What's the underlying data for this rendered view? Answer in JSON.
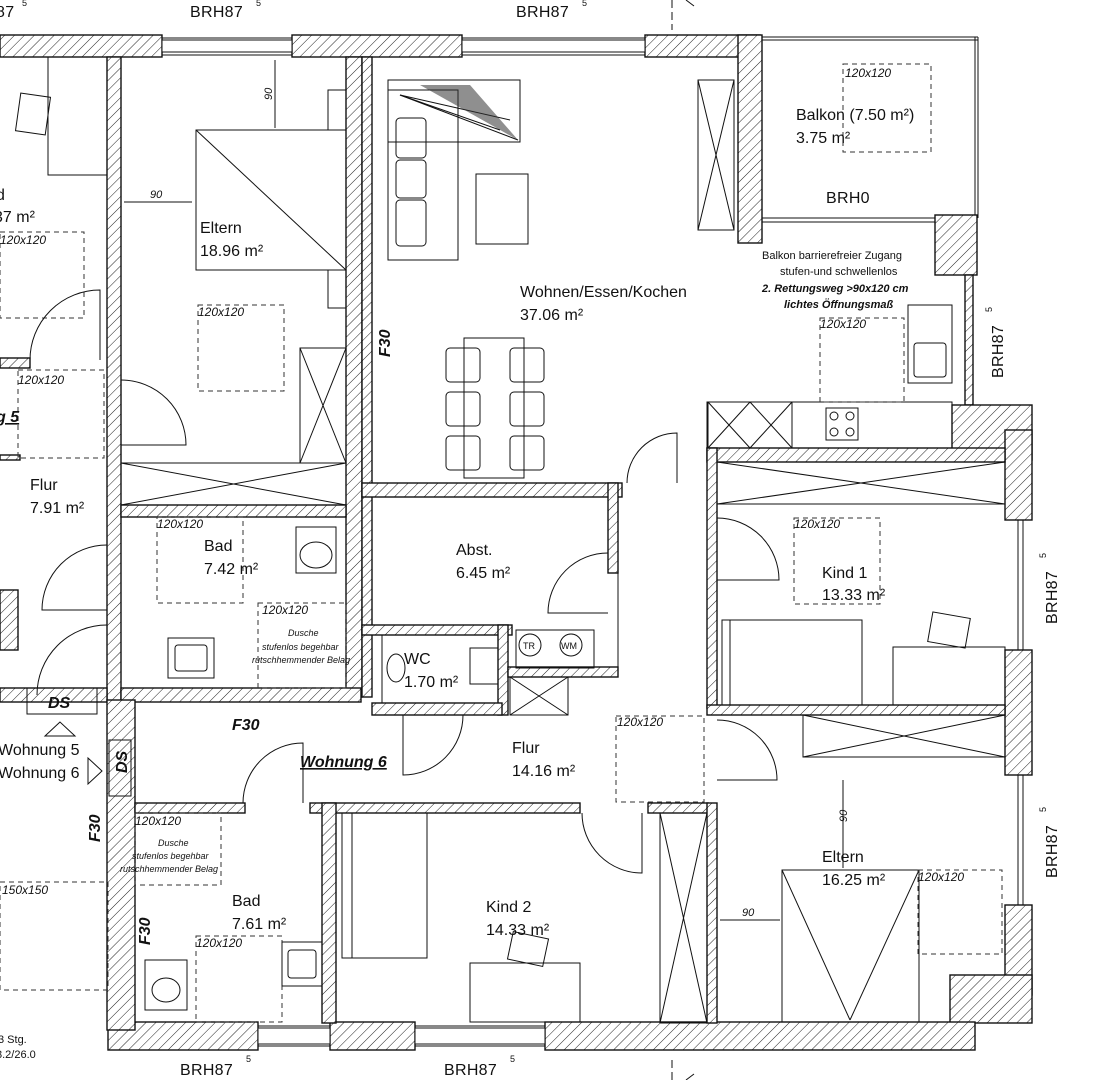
{
  "rooms": {
    "eltern_top": {
      "name": "Eltern",
      "area": "18.96 m²"
    },
    "wohnen": {
      "name": "Wohnen/Essen/Kochen",
      "area": "37.06 m²"
    },
    "balkon": {
      "name": "Balkon (7.50 m²)",
      "area": "3.75 m²"
    },
    "bad_top": {
      "name": "Bad",
      "area": "7.42 m²"
    },
    "abst": {
      "name": "Abst.",
      "area": "6.45 m²"
    },
    "wc": {
      "name": "WC",
      "area": "1.70 m²"
    },
    "flur_left": {
      "name": "Flur",
      "area": "7.91 m²"
    },
    "flur_mid": {
      "name": "Flur",
      "area": "14.16 m²"
    },
    "kind1": {
      "name": "Kind 1",
      "area": "13.33 m²"
    },
    "kind2": {
      "name": "Kind 2",
      "area": "14.33 m²"
    },
    "eltern_bottom": {
      "name": "Eltern",
      "area": "16.25 m²"
    },
    "bad_bottom": {
      "name": "Bad",
      "area": "7.61 m²"
    },
    "partial_left_area": "37 m²",
    "partial_left_name": "d"
  },
  "labels": {
    "brh87": "BRH87",
    "brh0": "BRH0",
    "sup5": "5",
    "f30": "F30",
    "ds": "DS",
    "clear_120": "120x120",
    "clear_150": "150x150",
    "dim_90": "90",
    "wohnung6": "Wohnung 6",
    "wohnung5_left": "Wohnung 5",
    "wohnung6_left": "Wohnung 6",
    "g5": "g 5",
    "tr": "TR",
    "wm": "WM",
    "stg1": "3 Stg.",
    "stg2": "8.2/26.0",
    "brh87_top_left_partial": "87",
    "brh87_sup_partial": "5"
  },
  "notes": {
    "balkon_1": "Balkon barrierefreier Zugang",
    "balkon_2": "stufen-und schwellenlos",
    "balkon_3": "2. Rettungsweg >90x120 cm",
    "balkon_4": "lichtes Öffnungsmaß",
    "dusche_top_1": "Dusche",
    "dusche_top_2": "stufenlos begehbar",
    "dusche_top_3": "rutschhemmender Belag",
    "dusche_bot_1": "Dusche",
    "dusche_bot_2": "stufenlos begehbar",
    "dusche_bot_3": "rutschhemmender Belag"
  }
}
